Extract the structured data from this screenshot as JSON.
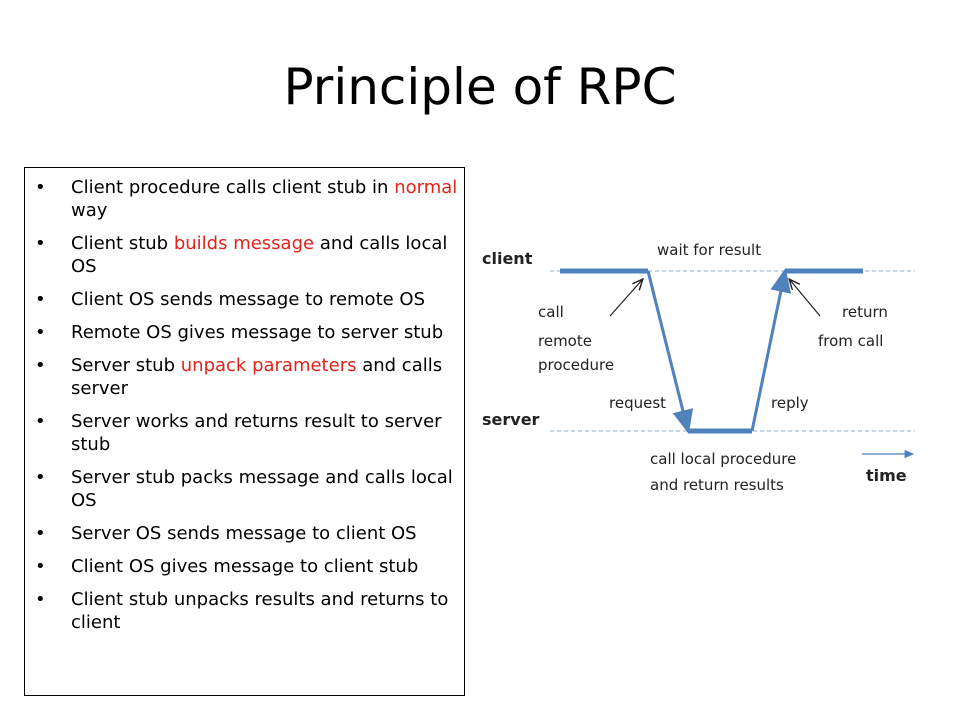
{
  "title": "Principle of RPC",
  "bullets": [
    {
      "parts": [
        {
          "t": "Client procedure calls client stub in ",
          "h": false
        },
        {
          "t": "normal",
          "h": true
        },
        {
          "t": " way",
          "h": false
        }
      ]
    },
    {
      "parts": [
        {
          "t": "Client stub ",
          "h": false
        },
        {
          "t": "builds message",
          "h": true
        },
        {
          "t": " and calls local OS",
          "h": false
        }
      ]
    },
    {
      "parts": [
        {
          "t": "Client OS sends message to remote OS",
          "h": false
        }
      ]
    },
    {
      "parts": [
        {
          "t": "Remote OS gives message to server stub",
          "h": false
        }
      ]
    },
    {
      "parts": [
        {
          "t": "Server stub ",
          "h": false
        },
        {
          "t": "unpack parameters",
          "h": true
        },
        {
          "t": " and calls server",
          "h": false
        }
      ]
    },
    {
      "parts": [
        {
          "t": "Server works and returns result to server stub",
          "h": false
        }
      ]
    },
    {
      "parts": [
        {
          "t": "Server stub packs message and calls local OS",
          "h": false
        }
      ]
    },
    {
      "parts": [
        {
          "t": "Server OS sends message to client OS",
          "h": false
        }
      ]
    },
    {
      "parts": [
        {
          "t": "Client OS gives message to client stub",
          "h": false
        }
      ]
    },
    {
      "parts": [
        {
          "t": "Client stub unpacks results and returns to client",
          "h": false
        }
      ]
    }
  ],
  "diagram": {
    "client_label": "client",
    "server_label": "server",
    "wait_label": "wait for result",
    "call_label_1": "call",
    "call_label_2": "remote",
    "call_label_3": "procedure",
    "return_label_1": "return",
    "return_label_2": "from call",
    "request_label": "request",
    "reply_label": "reply",
    "local_label_1": "call local procedure",
    "local_label_2": "and return results",
    "time_label": "time"
  },
  "colors": {
    "highlight": "#e32219",
    "line": "#4f81bd",
    "dashed": "#a6bedb"
  }
}
